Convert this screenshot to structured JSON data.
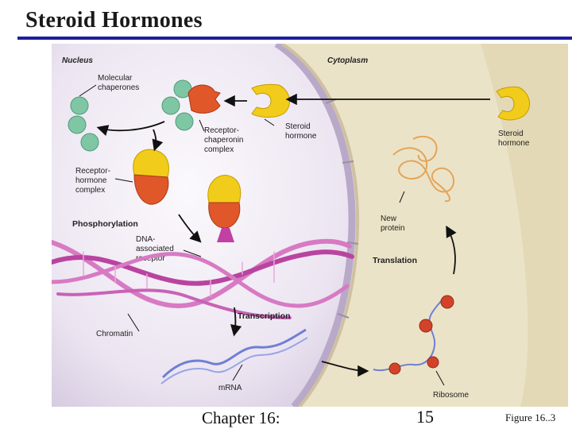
{
  "slide": {
    "title": "Steroid Hormones",
    "footer_chapter": "Chapter 16:",
    "footer_page": "15",
    "footer_figure": "Figure 16..3"
  },
  "diagram": {
    "regions": {
      "nucleus": "Nucleus",
      "cytoplasm": "Cytoplasm"
    },
    "labels": {
      "molecular_chaperones_1": "Molecular",
      "molecular_chaperones_2": "chaperones",
      "receptor_chaperonin_1": "Receptor-",
      "receptor_chaperonin_2": "chaperonin",
      "receptor_chaperonin_3": "complex",
      "steroid_hormone_in_1": "Steroid",
      "steroid_hormone_in_2": "hormone",
      "steroid_hormone_out_1": "Steroid",
      "steroid_hormone_out_2": "hormone",
      "receptor_hormone_1": "Receptor-",
      "receptor_hormone_2": "hormone",
      "receptor_hormone_3": "complex",
      "phosphorylation": "Phosphorylation",
      "dna_receptor_1": "DNA-",
      "dna_receptor_2": "associated",
      "dna_receptor_3": "receptor",
      "new_protein_1": "New",
      "new_protein_2": "protein",
      "translation": "Translation",
      "transcription": "Transcription",
      "chromatin": "Chromatin",
      "mrna": "mRNA",
      "ribosome": "Ribosome"
    },
    "colors": {
      "nucleus_fill": "#ece6f2",
      "cytoplasm_fill": "#ece4c8",
      "hormone_yellow": "#f2cc1a",
      "receptor_orange": "#e0572a",
      "chaperone_green": "#7fc7a4",
      "dna_magenta": "#c23fa3",
      "mrna_blue": "#6f7fd4",
      "ribosome_red": "#d2432a"
    }
  }
}
